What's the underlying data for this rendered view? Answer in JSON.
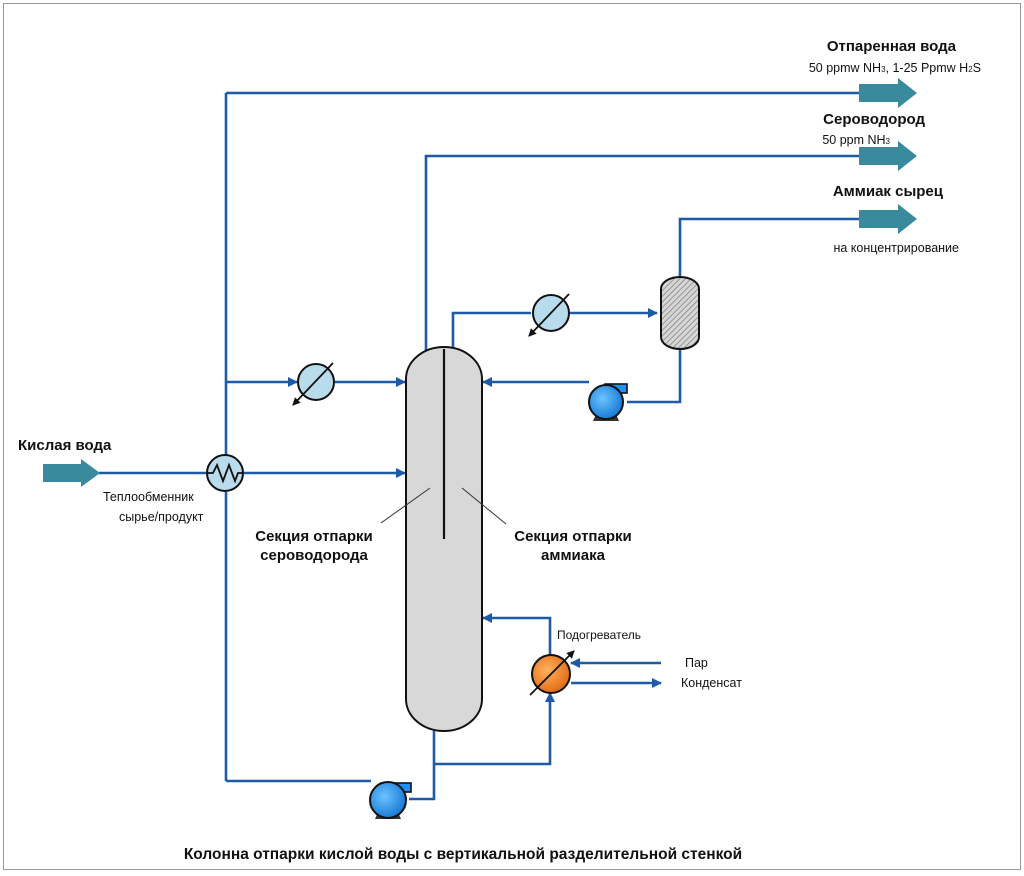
{
  "title": "Колонна отпарки кислой воды с вертикальной разделительной стенкой",
  "colors": {
    "line": "#1f5aa6",
    "arrow": "#3a8a9e",
    "column_fill": "#d8d8d8",
    "cooler_fill": "#b9dced",
    "pump_fill": "#1e90ff",
    "heater_fill": "#f07a1e",
    "drum_hatch": "#8c8c8c"
  },
  "streams": {
    "feed": "Кислая вода",
    "stripped_water": {
      "name": "Отпаренная вода",
      "spec_prefix": "50 ppmw NH",
      "spec_sub1": "3",
      "spec_middle": ", 1-25 Ppmw H",
      "spec_sub2": "2",
      "spec_suffix": "S"
    },
    "hydrogen_sulfide": {
      "name": "Сероводород",
      "spec_prefix": "50 ppm NH",
      "spec_sub": "3"
    },
    "raw_ammonia": {
      "name": "Аммиак сырец",
      "note": "на концентрирование"
    }
  },
  "equipment": {
    "exchanger_line1": "Теплообменник",
    "exchanger_line2": "сырье/продукт",
    "h2s_section_line1": "Секция отпарки",
    "h2s_section_line2": "сероводорода",
    "nh3_section_line1": "Секция отпарки",
    "nh3_section_line2": "аммиака",
    "reboiler": "Подогреватель",
    "steam": "Пар",
    "condensate": "Конденсат"
  }
}
